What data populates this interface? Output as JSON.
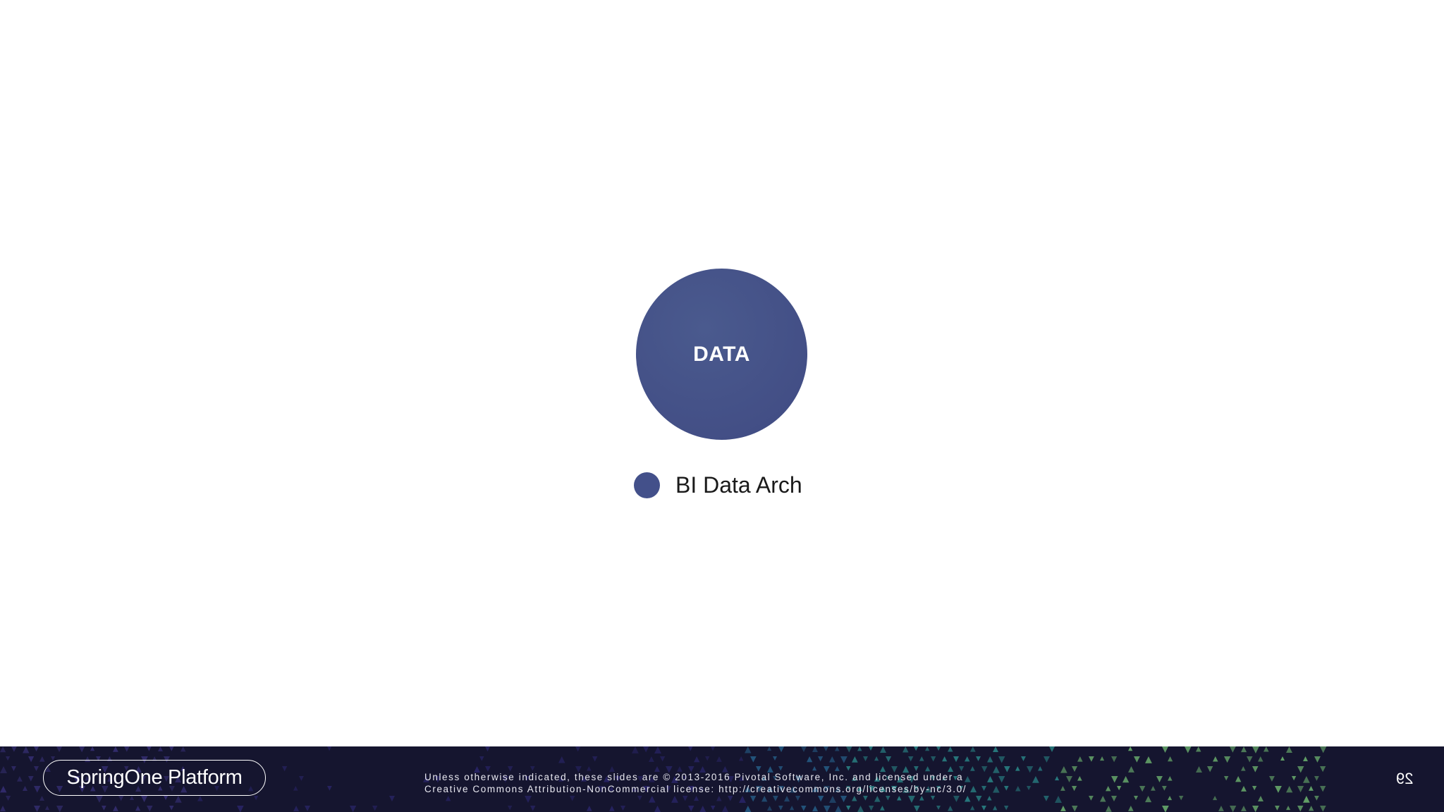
{
  "main": {
    "circle_label": "DATA",
    "legend_label": "BI Data Arch",
    "accent_color": "#434f86"
  },
  "footer": {
    "logo_text": "SpringOne Platform",
    "license_line1": "Unless otherwise indicated, these slides are © 2013-2016 Pivotal Software, Inc. and licensed under a",
    "license_line2": "Creative Commons Attribution-NonCommercial license: http://creativecommons.org/licenses/by-nc/3.0/",
    "page_number": "29",
    "background_color": "#15152f"
  }
}
